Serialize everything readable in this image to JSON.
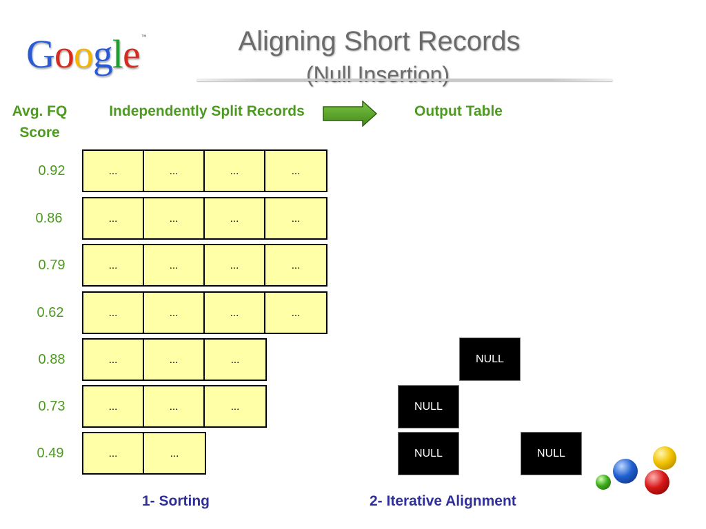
{
  "logo": {
    "letters": [
      "G",
      "o",
      "o",
      "g",
      "l",
      "e"
    ],
    "tm": "™",
    "colors": [
      "#2a5bd7",
      "#d52b1e",
      "#f2b500",
      "#2a5bd7",
      "#1f9e2f",
      "#d52b1e"
    ]
  },
  "title": {
    "main": "Aligning Short Records",
    "sub": "(Null Insertion)"
  },
  "headers": {
    "score": "Avg. FQ Score",
    "split": "Independently Split Records",
    "output": "Output Table"
  },
  "rows": [
    {
      "score": "0.92",
      "cells": [
        "...",
        "...",
        "...",
        "..."
      ]
    },
    {
      "score": "0.86",
      "cells": [
        "...",
        "...",
        "...",
        "..."
      ]
    },
    {
      "score": "0.79",
      "cells": [
        "...",
        "...",
        "...",
        "..."
      ]
    },
    {
      "score": "0.62",
      "cells": [
        "...",
        "...",
        "...",
        "..."
      ]
    },
    {
      "score": "0.88",
      "cells": [
        "...",
        "...",
        "..."
      ]
    },
    {
      "score": "0.73",
      "cells": [
        "...",
        "...",
        "..."
      ]
    },
    {
      "score": "0.49",
      "cells": [
        "...",
        "..."
      ]
    }
  ],
  "output_table": {
    "nulls": [
      "NULL",
      "NULL",
      "NULL",
      "NULL"
    ]
  },
  "footer": {
    "step1": "1- Sorting",
    "step2": "2- Iterative Alignment"
  },
  "colors": {
    "accent_green": "#4c9a1f",
    "footer_blue": "#2f2f9a",
    "cell_yellow": "#ffffa8",
    "title_gray": "#6b6b6b"
  },
  "icons": {
    "arrow": "right-arrow-icon",
    "decor": "colored-balls-icon"
  }
}
